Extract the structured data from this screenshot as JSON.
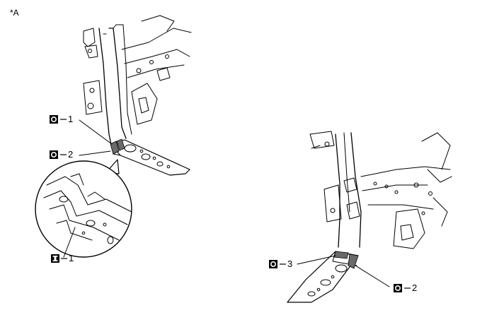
{
  "figure_tag": "*A",
  "colors": {
    "line": "#000000",
    "weld_hatch": "#6a6a6a",
    "background": "#ffffff"
  },
  "callouts": [
    {
      "id": "left-top-1",
      "symbol": "O",
      "number": "1"
    },
    {
      "id": "left-top-2",
      "symbol": "O",
      "number": "2"
    },
    {
      "id": "left-detail-1",
      "symbol": "I",
      "number": "1"
    },
    {
      "id": "right-3",
      "symbol": "O",
      "number": "3"
    },
    {
      "id": "right-2",
      "symbol": "O",
      "number": "2"
    }
  ]
}
